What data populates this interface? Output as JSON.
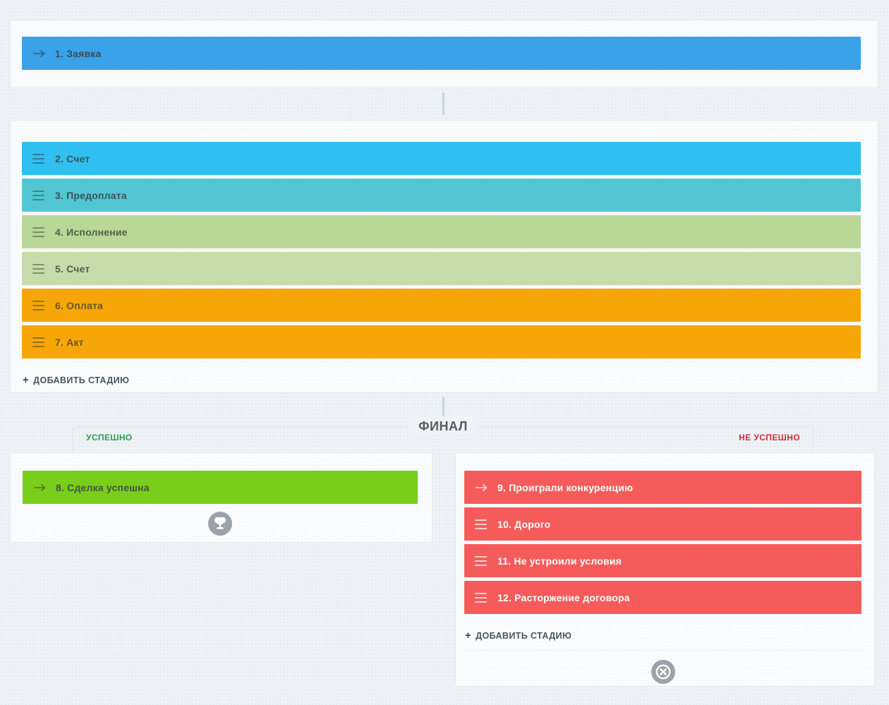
{
  "final_header": {
    "title": "ФИНАЛ",
    "success_tab": "УСПЕШНО",
    "fail_tab": "НЕ УСПЕШНО"
  },
  "add_stage": {
    "plus": "+",
    "label": "ДОБАВИТЬ СТАДИЮ"
  },
  "pipeline": {
    "initial": {
      "stages": [
        {
          "label": "1. Заявка",
          "color": "#3aa2e8",
          "text_color": "#3d4b55"
        }
      ]
    },
    "progress": {
      "stages": [
        {
          "label": "2. Счет",
          "color": "#2fbff0",
          "text_color": "#40505a"
        },
        {
          "label": "3. Предоплата",
          "color": "#52c7d3",
          "text_color": "#3e5158"
        },
        {
          "label": "4. Исполнение",
          "color": "#b9d797",
          "text_color": "#53604a"
        },
        {
          "label": "5. Счет",
          "color": "#c5dcaa",
          "text_color": "#53604a"
        },
        {
          "label": "6. Оплата",
          "color": "#f6a607",
          "text_color": "#6b5525"
        },
        {
          "label": "7. Акт",
          "color": "#f6a607",
          "text_color": "#6b5525"
        }
      ]
    },
    "success": {
      "stages": [
        {
          "label": "8. Сделка успешна",
          "color": "#79ce19",
          "text_color": "#40563a"
        }
      ],
      "result_icon": "trophy-icon"
    },
    "fail": {
      "stages": [
        {
          "label": "9. Проиграли конкуренцию",
          "color": "#f65b5b",
          "text_color": "#ffffff"
        },
        {
          "label": "10. Дорого",
          "color": "#f65b5b",
          "text_color": "#ffffff"
        },
        {
          "label": "11. Не устроили условия",
          "color": "#f65b5b",
          "text_color": "#ffffff"
        },
        {
          "label": "12. Расторжение договора",
          "color": "#f65b5b",
          "text_color": "#ffffff"
        }
      ],
      "result_icon": "fail-cross-icon"
    }
  },
  "colors": {
    "page_background": "#eff3f6",
    "panel_background": "#fbfcfd",
    "panel_border": "#e3e8ec",
    "success_accent": "#30994f",
    "fail_accent": "#cf2b3c",
    "result_icon_background": "#9ba2a9"
  }
}
